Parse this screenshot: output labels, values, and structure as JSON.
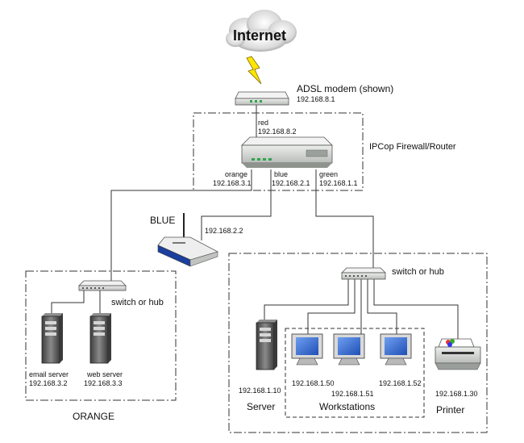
{
  "internet": {
    "label": "Internet"
  },
  "modem": {
    "label": "ADSL modem (shown)",
    "ip": "192.168.8.1"
  },
  "firewall": {
    "label": "IPCop Firewall/Router",
    "red_label": "red",
    "red_ip": "192.168.8.2",
    "orange_label": "orange",
    "orange_ip": "192.168.3.1",
    "blue_label": "blue",
    "blue_ip": "192.168.2.1",
    "green_label": "green",
    "green_ip": "192.168.1.1"
  },
  "blue_ap": {
    "label": "BLUE",
    "ip": "192.168.2.2"
  },
  "orange_zone": {
    "label": "ORANGE",
    "switch_label": "switch or hub",
    "email_server": {
      "label": "email server",
      "ip": "192.168.3.2"
    },
    "web_server": {
      "label": "web server",
      "ip": "192.168.3.3"
    }
  },
  "green_zone": {
    "switch_label": "switch or hub",
    "server": {
      "label": "Server",
      "ip": "192.168.1.10"
    },
    "workstations": {
      "label": "Workstations",
      "ips": [
        "192.168.1.50",
        "192.168.1.51",
        "192.168.1.52"
      ]
    },
    "printer": {
      "label": "Printer",
      "ip": "192.168.1.30"
    }
  },
  "colors": {
    "lightning": "#ffe600",
    "device": "#d4d7d4",
    "led": "#2ea64a",
    "ap_blue": "#1b3f9e",
    "monitor_screen": "#3b6fd1",
    "tower": "#5f5f5f"
  }
}
